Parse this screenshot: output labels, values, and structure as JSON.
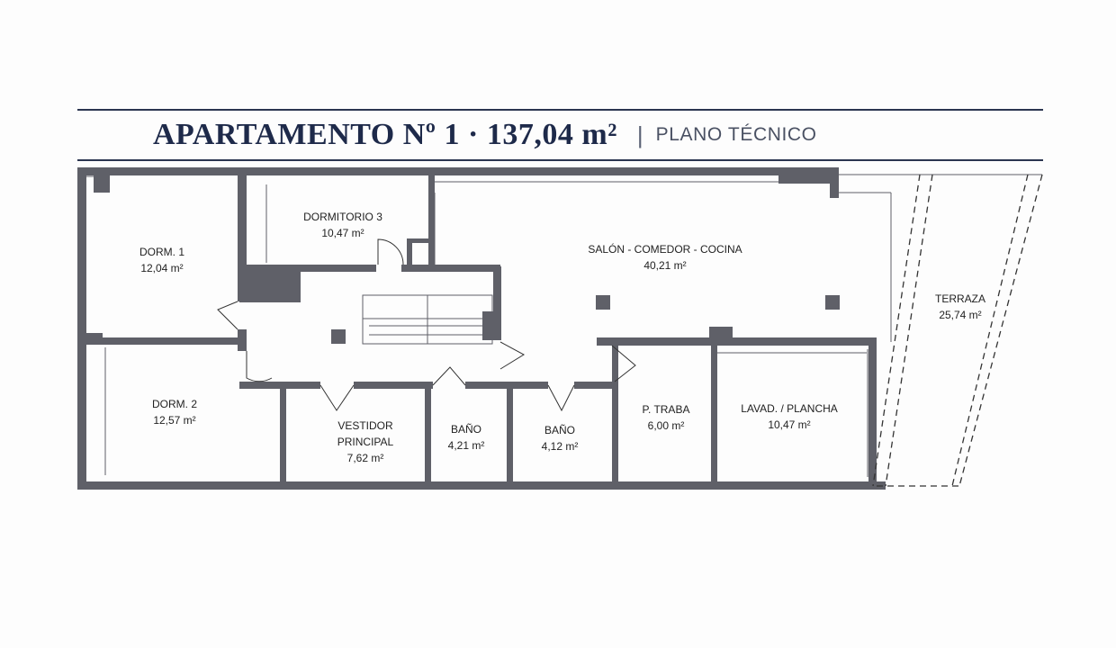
{
  "header": {
    "title": "APARTAMENTO Nº 1 · 137,04 m²",
    "separator": "|",
    "subtitle": "PLANO TÉCNICO"
  },
  "rooms": {
    "dorm1": {
      "name": "DORM. 1",
      "area": "12,04 m²"
    },
    "dorm2": {
      "name": "DORM. 2",
      "area": "12,57 m²"
    },
    "dorm3": {
      "name": "DORMITORIO 3",
      "area": "10,47 m²"
    },
    "salon": {
      "name": "SALÓN - COMEDOR - COCINA",
      "area": "40,21 m²"
    },
    "terraza": {
      "name": "TERRAZA",
      "area": "25,74 m²"
    },
    "vestidor": {
      "name1": "VESTIDOR",
      "name2": "PRINCIPAL",
      "area": "7,62 m²"
    },
    "bano1": {
      "name": "BAÑO",
      "area": "4,21 m²"
    },
    "bano2": {
      "name": "BAÑO",
      "area": "4,12 m²"
    },
    "ptraba": {
      "name": "P. TRABA",
      "area": "6,00 m²"
    },
    "lavad": {
      "name": "LAVAD. / PLANCHA",
      "area": "10,47 m²"
    }
  },
  "colors": {
    "wall": "#5f6068",
    "ink": "#222222",
    "title": "#1e2a4a",
    "rule": "#2b3550"
  }
}
